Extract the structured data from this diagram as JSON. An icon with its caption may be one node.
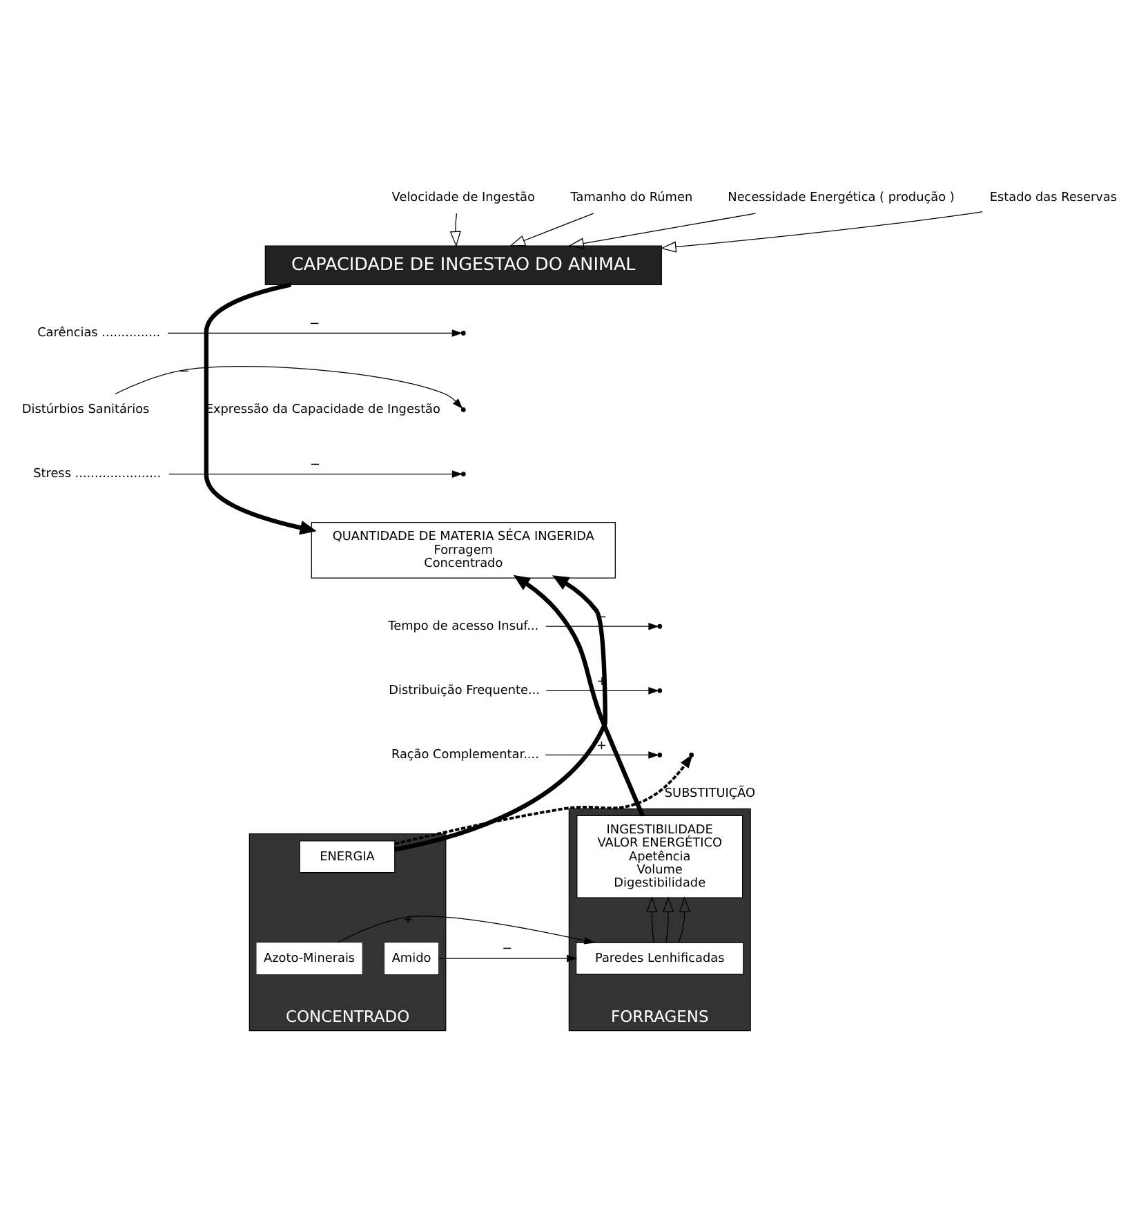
{
  "diagram": {
    "nodes": [
      {
        "text": [
          "Velocidade de Ingestão"
        ]
      },
      {
        "text": [
          "Tamanho do Rúmen"
        ]
      },
      {
        "text": [
          "Necessidade Energética ( produção )"
        ]
      },
      {
        "text": [
          "Estado das Reservas"
        ]
      },
      {
        "text": [
          "CAPACIDADE DE INGESTAO DO ANIMAL"
        ]
      },
      {
        "text": [
          "Carências ..............."
        ]
      },
      {
        "text": [
          "Distúrbios Sanitários"
        ]
      },
      {
        "text": [
          "Stress ......................"
        ]
      },
      {
        "text": [
          "QUANTIDADE DE MATERIA SÉCA INGERIDA",
          "Forragem",
          "Concentrado"
        ]
      },
      {
        "text": [
          "Tempo de acesso Insuf..."
        ]
      },
      {
        "text": [
          "Distribuição Frequente..."
        ]
      },
      {
        "text": [
          "Ração Complementar...."
        ]
      },
      {
        "text": [
          "FORRAGENS"
        ]
      },
      {
        "text": [
          "INGESTIBILIDADE",
          "VALOR ENERGÉTICO",
          "Apetência",
          "Volume",
          "Digestibilidade"
        ],
        "in": 12
      },
      {
        "text": [
          "Paredes Lenhificadas"
        ],
        "in": 12
      },
      {
        "text": [
          "CONCENTRADO"
        ]
      },
      {
        "text": [
          "ENERGIA"
        ],
        "in": 15
      },
      {
        "text": [
          "Amido"
        ],
        "in": 15
      },
      {
        "text": [
          "Azoto-Minerais"
        ],
        "in": 15
      }
    ],
    "edges": [
      {
        "from": 0,
        "to": 4,
        "arrow": "to"
      },
      {
        "from": 1,
        "to": 4,
        "arrow": "to"
      },
      {
        "from": 2,
        "to": 4,
        "arrow": "to"
      },
      {
        "from": 3,
        "to": 4,
        "arrow": "to"
      },
      {
        "from": 4,
        "to": 8,
        "arrow": "to",
        "style": "thick",
        "label": "Expressão da Capacidade de Ingestão"
      },
      {
        "from": 5,
        "to": null,
        "arrow": "to",
        "label": "−"
      },
      {
        "from": 6,
        "to": null,
        "arrow": "to",
        "label": "−"
      },
      {
        "from": 7,
        "to": null,
        "arrow": "to",
        "label": "−"
      },
      {
        "from": 13,
        "to": 8,
        "arrow": "to",
        "style": "thick"
      },
      {
        "from": 16,
        "to": 8,
        "arrow": "to",
        "style": "thick"
      },
      {
        "from": 9,
        "to": null,
        "arrow": "to",
        "label": "−"
      },
      {
        "from": 10,
        "to": null,
        "arrow": "to",
        "label": "+"
      },
      {
        "from": 11,
        "to": null,
        "arrow": "to",
        "label": "+"
      },
      {
        "from": 16,
        "to": null,
        "arrow": "to",
        "style": "dashed",
        "label": "SUBSTITUIÇÃO"
      },
      {
        "from": 14,
        "to": 13,
        "arrow": "to"
      },
      {
        "from": 14,
        "to": 13,
        "arrow": "to"
      },
      {
        "from": 14,
        "to": 13,
        "arrow": "to"
      },
      {
        "from": 17,
        "to": 14,
        "arrow": "to",
        "label": "−"
      },
      {
        "from": 18,
        "to": 14,
        "arrow": "to",
        "label": "+"
      }
    ]
  }
}
